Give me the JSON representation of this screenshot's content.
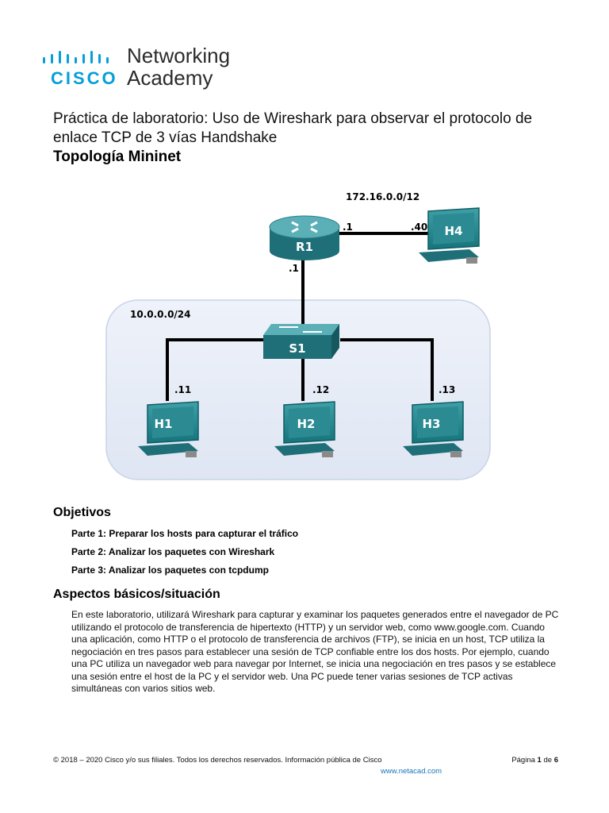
{
  "logo": {
    "brand": "cisco",
    "line1": "Networking",
    "line2": "Academy",
    "accent_color": "#049fd9"
  },
  "title": "Práctica de laboratorio: Uso de Wireshark para observar el protocolo de enlace TCP de 3 vías Handshake",
  "subtitle": "Topología Mininet",
  "topology": {
    "net_outer": "172.16.0.0/12",
    "net_inner": "10.0.0.0/24",
    "router": {
      "label": "R1",
      "ip_right": ".1",
      "ip_down": ".1"
    },
    "switch": {
      "label": "S1"
    },
    "hosts": [
      {
        "label": "H4",
        "ip": ".40"
      },
      {
        "label": "H1",
        "ip": ".11"
      },
      {
        "label": "H2",
        "ip": ".12"
      },
      {
        "label": "H3",
        "ip": ".13"
      }
    ]
  },
  "objectives": {
    "heading": "Objetivos",
    "items": [
      "Parte 1: Preparar los hosts para capturar el tráfico",
      "Parte 2: Analizar los paquetes con Wireshark",
      "Parte 3: Analizar los paquetes con tcpdump"
    ]
  },
  "background": {
    "heading": "Aspectos básicos/situación",
    "text": "En este laboratorio, utilizará Wireshark para capturar y examinar los paquetes generados entre el navegador de PC utilizando el protocolo de transferencia de hipertexto (HTTP) y un servidor web, como www.google.com. Cuando una aplicación, como HTTP o el protocolo de transferencia de archivos (FTP), se inicia en un host, TCP utiliza la negociación en tres pasos para establecer una sesión de TCP confiable entre los dos hosts. Por ejemplo, cuando una PC utiliza un navegador web para navegar por Internet, se inicia una negociación en tres pasos y se establece una sesión entre el host de la PC y el servidor web. Una PC puede tener varias sesiones de TCP activas simultáneas con varios sitios web."
  },
  "footer": {
    "copyright": "© 2018 – 2020 Cisco y/o sus filiales. Todos los derechos reservados. Información pública de Cisco",
    "page_prefix": "Página",
    "page_num": "1",
    "page_sep": "de",
    "page_total": "6",
    "url": "www.netacad.com"
  }
}
